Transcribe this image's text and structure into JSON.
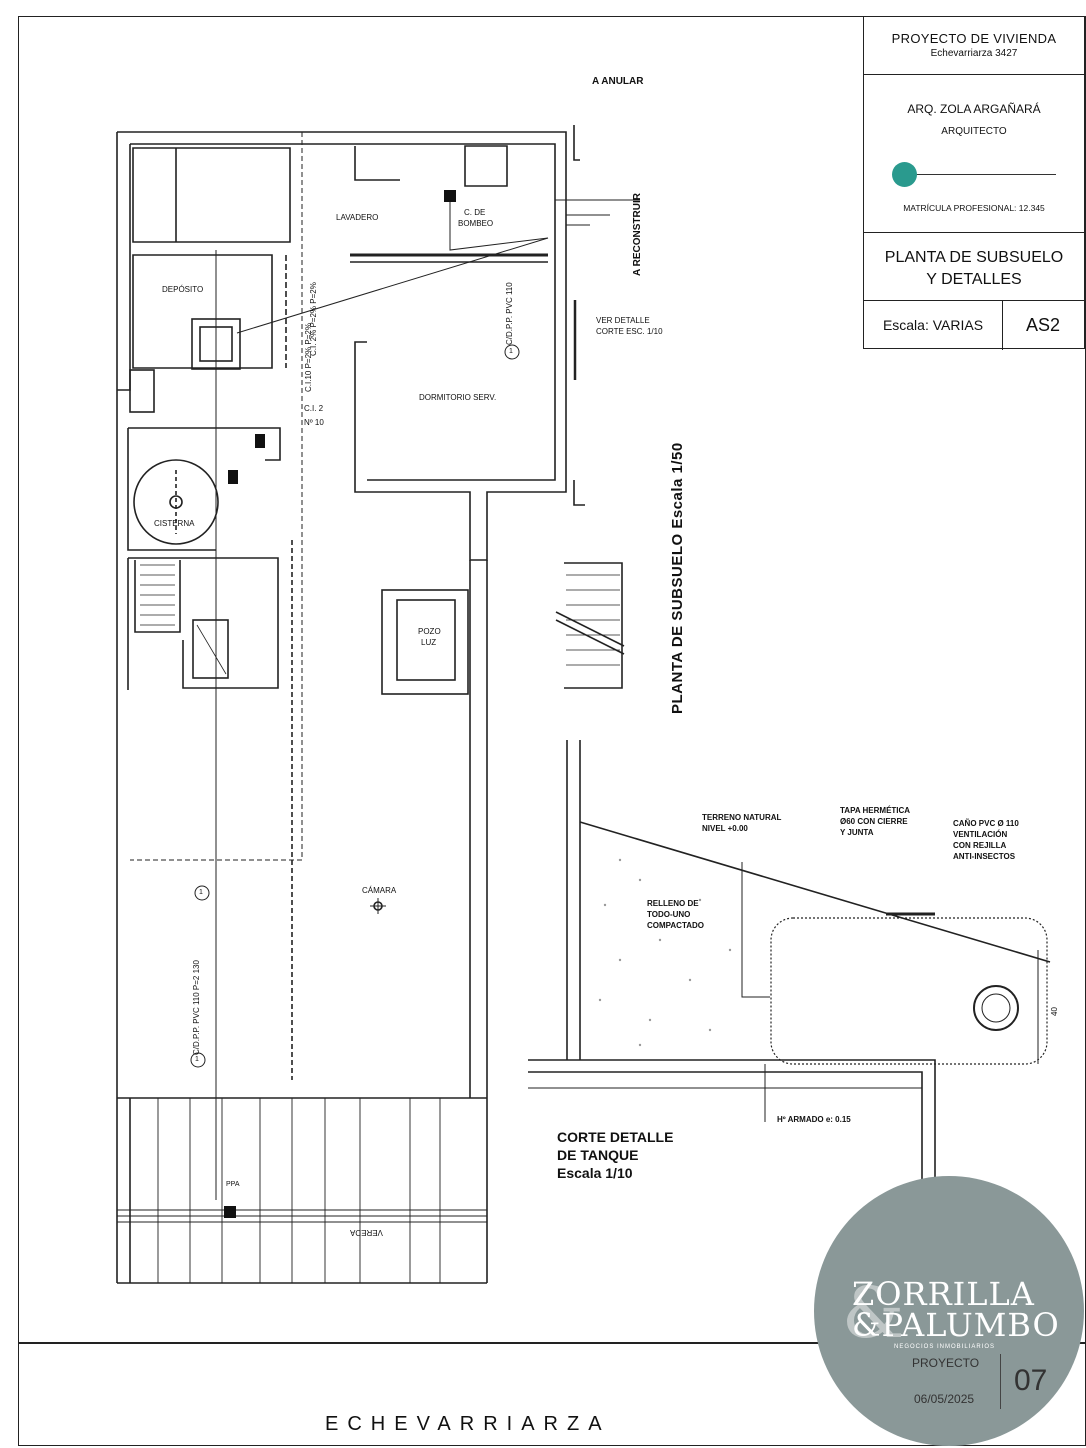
{
  "title_block": {
    "project": "PROYECTO DE VIVIENDA",
    "address": "Echevarriarza 3427",
    "architect": "ARQ. ZOLA ARGAÑARÁ",
    "role": "ARQUITECTO",
    "license": "MATRÍCULA PROFESIONAL: 12.345",
    "sheet_title_1": "PLANTA DE SUBSUELO",
    "sheet_title_2": "Y DETALLES",
    "scale": "Escala: VARIAS",
    "code": "AS2",
    "accent_color": "#2a9a8e"
  },
  "plan": {
    "title": "PLANTA DE SUBSUELO Escala 1/50",
    "rooms": {
      "lavadero": "LAVADERO",
      "bombeo_1": "C. DE",
      "bombeo_2": "BOMBEO",
      "deposito": "DEPÓSITO",
      "dormitorio": "DORMITORIO SERV.",
      "cisterna": "CISTERNA",
      "pozo_1": "POZO",
      "pozo_2": "LUZ",
      "camara": "CÁMARA",
      "vereda": "VEREDA"
    },
    "notes": {
      "anular": "A ANULAR",
      "reconstruir": "A RECONSTRUIR",
      "detalle_1": "VER DETALLE",
      "detalle_2": "CORTE ESC. 1/10",
      "pipe_top": "C/D.P.P. PVC 110",
      "pipe_bottom": "C/D.P.P. PVC 110 P=2 130",
      "ci_slopes": "C.I. 2%  P=2%  P=2%",
      "ci_10": "C.I.10  P=2%  P=2%",
      "ci_2": "C.I. 2",
      "n10": "Nº 10",
      "marker": "1",
      "ppa": "PPA"
    }
  },
  "detail": {
    "title_1": "CORTE DETALLE",
    "title_2": "DE TANQUE",
    "title_3": "Escala 1/10",
    "terreno_1": "TERRENO NATURAL",
    "terreno_2": "NIVEL +0.00",
    "tapa_1": "TAPA HERMÉTICA",
    "tapa_2": "Ø60 CON CIERRE",
    "tapa_3": "Y JUNTA",
    "cano_1": "CAÑO PVC Ø 110",
    "cano_2": "VENTILACIÓN",
    "cano_3": "CON REJILLA",
    "cano_4": "ANTI-INSECTOS",
    "relleno_1": "RELLENO DE",
    "relleno_2": "TODO-UNO",
    "relleno_3": "COMPACTADO",
    "armado": "Hº ARMADO e: 0.15",
    "dim": "40"
  },
  "footer": {
    "street": "ECHEVARRIARZA"
  },
  "seal": {
    "line1": "ZORRILLA",
    "line2": "&PALUMBO",
    "tagline": "NEGOCIOS INMOBILIARIOS",
    "proyecto": "PROYECTO",
    "date": "06/05/2025",
    "page": "07"
  }
}
